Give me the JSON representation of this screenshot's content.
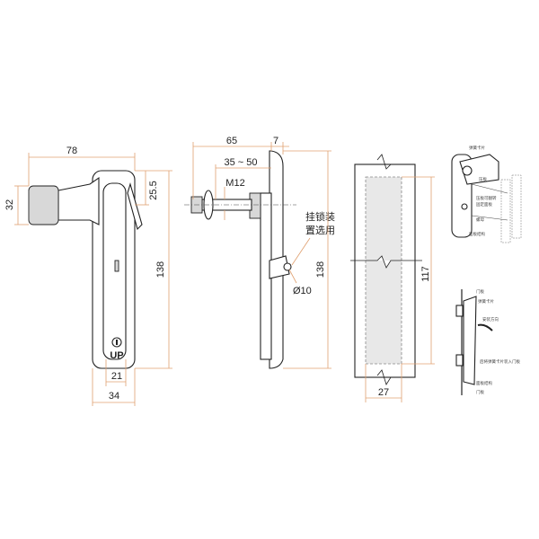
{
  "front_view": {
    "dim_width_lever": "78",
    "dim_knob_height": "32",
    "dim_top_offset": "25.5",
    "dim_height": "138",
    "dim_inner_width": "21",
    "dim_width": "34",
    "keyhole_label": "UP"
  },
  "side_view": {
    "dim_depth": "65",
    "dim_panel_thickness": "7",
    "dim_grip_range": "35 ~ 50",
    "thread_label": "M12",
    "padlock_note_line1": "挂锁装",
    "padlock_note_line2": "置选用",
    "dim_hole": "Ø10",
    "dim_height": "138"
  },
  "cutout_view": {
    "dim_height": "117",
    "dim_width": "27"
  },
  "install_diagram_1": {
    "labels": [
      "弹簧卡片",
      "压板",
      "压板可翻转",
      "固定面板",
      "螺母",
      "面板结构"
    ]
  },
  "install_diagram_2": {
    "labels": [
      "门板",
      "弹簧卡片",
      "安装方向",
      "后将弹簧卡片装入门板",
      "面板结构",
      "门板"
    ]
  }
}
